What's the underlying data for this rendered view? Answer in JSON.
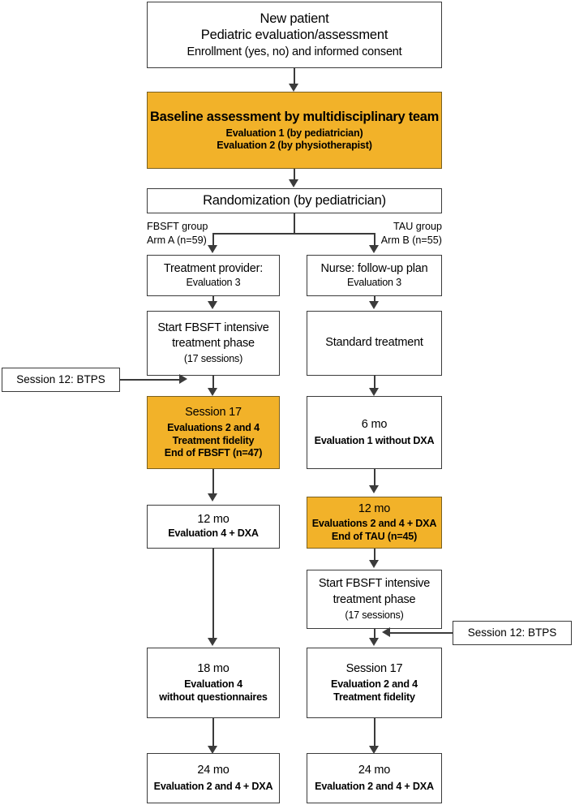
{
  "figure": {
    "type": "flowchart",
    "title": "Pediatric FBSFT vs TAU randomized trial flow diagram",
    "colors": {
      "highlight": "#F2B229",
      "border": "#3b3b3b",
      "background": "#ffffff",
      "text": "#000000"
    }
  },
  "nodes": {
    "new_patient": {
      "line1": "New patient",
      "line2": "Pediatric evaluation/assessment",
      "line3": "Enrollment (yes, no) and informed consent"
    },
    "baseline": {
      "line1": "Baseline assessment by multidisciplinary team",
      "line2": "Evaluation 1 (by pediatrician)",
      "line3": "Evaluation 2 (by physiotherapist)"
    },
    "randomization": {
      "line1": "Randomization (by pediatrician)"
    },
    "left_arm_label": {
      "line1": "FBSFT group",
      "line2": "Arm A (n=59)"
    },
    "right_arm_label": {
      "line1": "TAU group",
      "line2": "Arm B (n=55)"
    },
    "left_provider": {
      "line1": "Treatment provider:",
      "line2": "Evaluation 3"
    },
    "right_nurse": {
      "line1": "Nurse: follow-up plan",
      "line2": "Evaluation 3"
    },
    "left_start_fbsft": {
      "line1": "Start FBSFT intensive",
      "line2": "treatment phase",
      "line3": "(17 sessions)"
    },
    "right_standard": {
      "line1": "Standard treatment"
    },
    "btps_left": {
      "line1": "Session 12: BTPS"
    },
    "btps_right": {
      "line1": "Session 12: BTPS"
    },
    "left_session17": {
      "line1": "Session 17",
      "line2": "Evaluations 2 and 4",
      "line3": "Treatment fidelity",
      "line4": "End of FBSFT (n=47)"
    },
    "right_6mo": {
      "line1": "6 mo",
      "line2": "Evaluation 1 without DXA"
    },
    "left_12mo": {
      "line1": "12 mo",
      "line2": "Evaluation 4 + DXA"
    },
    "right_12mo": {
      "line1": "12 mo",
      "line2": "Evaluations 2 and 4 + DXA",
      "line3": "End of TAU  (n=45)"
    },
    "right_start_fbsft": {
      "line1": "Start FBSFT intensive",
      "line2": "treatment phase",
      "line3": "(17 sessions)"
    },
    "left_18mo": {
      "line1": "18 mo",
      "line2": "Evaluation 4",
      "line3": "without questionnaires"
    },
    "right_session17": {
      "line1": "Session 17",
      "line2": "Evaluation 2 and 4",
      "line3": "Treatment fidelity"
    },
    "left_24mo": {
      "line1": "24 mo",
      "line2": "Evaluation 2 and 4 + DXA"
    },
    "right_24mo": {
      "line1": "24 mo",
      "line2": "Evaluation 2 and 4 + DXA"
    }
  }
}
